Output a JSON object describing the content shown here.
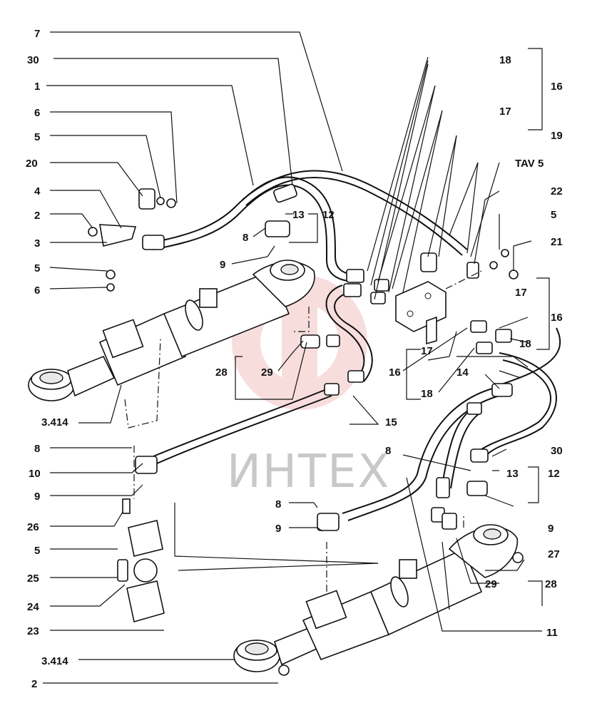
{
  "watermark": {
    "text": "ИНТЕХ",
    "color": "#e57a7a"
  },
  "labels": {
    "l7": "7",
    "l30a": "30",
    "l1": "1",
    "l6a": "6",
    "l5a": "5",
    "l20": "20",
    "l4": "4",
    "l2a": "2",
    "l3": "3",
    "l5b": "5",
    "l6b": "6",
    "l13a": "13",
    "l12a": "12",
    "l8a": "8",
    "l9a": "9",
    "l18a": "18",
    "l16a": "16",
    "l17a": "17",
    "l19": "19",
    "ltav5": "TAV 5",
    "l22": "22",
    "l5c": "5",
    "l21": "21",
    "l17b": "17",
    "l16b": "16",
    "l18b": "18",
    "l17c": "17",
    "l16c": "16",
    "l18c": "18",
    "l14": "14",
    "l28a": "28",
    "l29a": "29",
    "l15": "15",
    "l3414a": "3.414",
    "l8b": "8",
    "l10": "10",
    "l9b": "9",
    "l26": "26",
    "l5d": "5",
    "l25": "25",
    "l24": "24",
    "l23": "23",
    "l3414b": "3.414",
    "l2b": "2",
    "l8c": "8",
    "l9c": "9",
    "l8d": "8",
    "l13b": "13",
    "l12b": "12",
    "l30b": "30",
    "l9d": "9",
    "l27": "27",
    "l29b": "29",
    "l28b": "28",
    "l11": "11"
  }
}
